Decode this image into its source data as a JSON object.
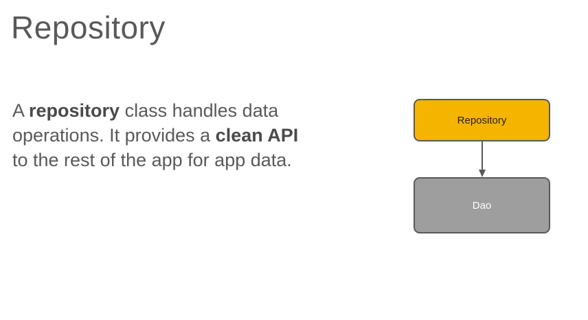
{
  "slide": {
    "title": "Repository",
    "body": {
      "t1": "A ",
      "b1": "repository",
      "t2": " class handles data operations. It provides a ",
      "b2": "clean API",
      "t3": " to the rest of the app for app data."
    }
  },
  "diagram": {
    "top_box_label": "Repository",
    "bottom_box_label": "Dao",
    "colors": {
      "top_box": "#f4b400",
      "bottom_box": "#9e9e9e",
      "outline": "#595959"
    }
  }
}
